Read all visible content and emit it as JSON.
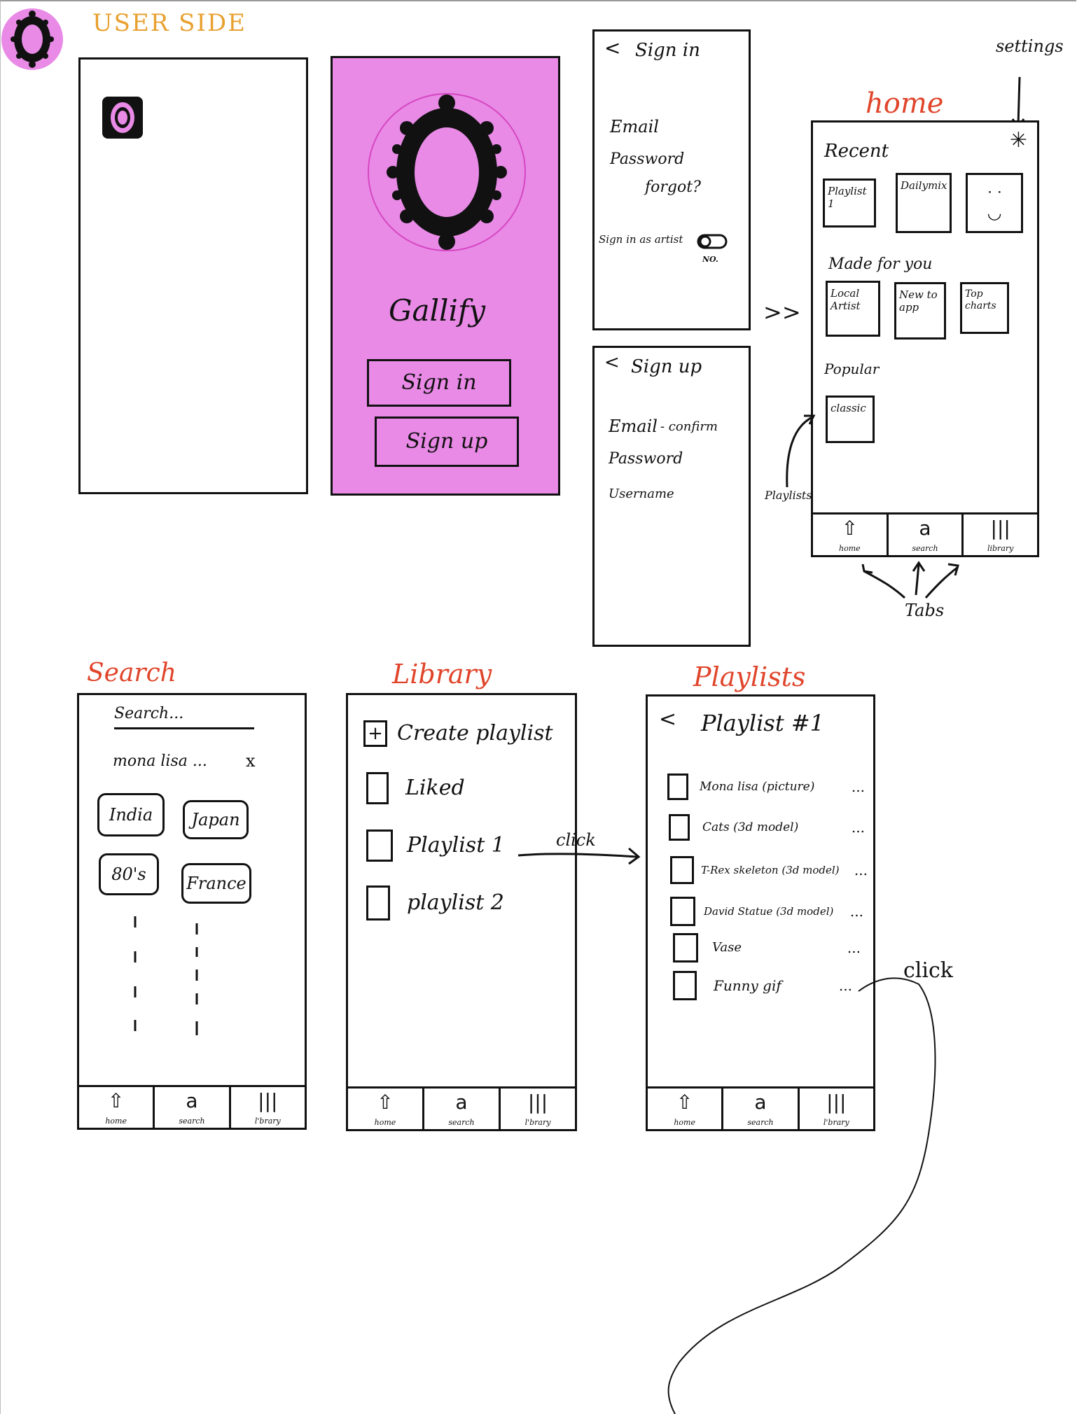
{
  "header": {
    "title": "USER SIDE"
  },
  "splash": {
    "app_name": "Gallify",
    "sign_in_button": "Sign in",
    "sign_up_button": "Sign up"
  },
  "sign_in": {
    "title": "Sign in",
    "email_label": "Email",
    "password_label": "Password",
    "forgot_link": "forgot?",
    "artist_toggle_label": "Sign in as artist",
    "artist_toggle_state": "NO."
  },
  "sign_up": {
    "title": "Sign up",
    "email_label": "Email",
    "email_confirm": "- confirm",
    "password_label": "Password",
    "username_label": "Username"
  },
  "home": {
    "title": "home",
    "settings_label": "settings",
    "recent_heading": "Recent",
    "recent_items": [
      "Playlist 1",
      "Dailymix"
    ],
    "recent_face": "ᐧ ᐧ\n◡",
    "made_for_you_heading": "Made for you",
    "made_for_you_items": [
      "Local Artist",
      "New to app",
      "Top charts"
    ],
    "popular_heading": "Popular",
    "popular_items": [
      "classic"
    ],
    "playlists_annotation": "Playlists",
    "tabs_annotation": "Tabs"
  },
  "tabs": {
    "home": "home",
    "search": "search",
    "library": "library",
    "library_alt": "l'brary"
  },
  "search": {
    "title": "Search",
    "input_placeholder": "Search...",
    "recent_query": "mona lisa ...",
    "clear_icon": "x",
    "categories": [
      "India",
      "Japan",
      "80's",
      "France"
    ]
  },
  "library": {
    "title": "Library",
    "create_playlist": "Create playlist",
    "items": [
      "Liked",
      "Playlist 1",
      "playlist 2"
    ],
    "click_annotation": "click"
  },
  "playlists": {
    "title": "Playlists",
    "playlist_name": "Playlist #1",
    "items": [
      "Mona lisa (picture)",
      "Cats (3d model)",
      "T-Rex skeleton (3d model)",
      "David Statue (3d model)",
      "Vase",
      "Funny gif"
    ],
    "more": "...",
    "click_annotation": "click"
  }
}
